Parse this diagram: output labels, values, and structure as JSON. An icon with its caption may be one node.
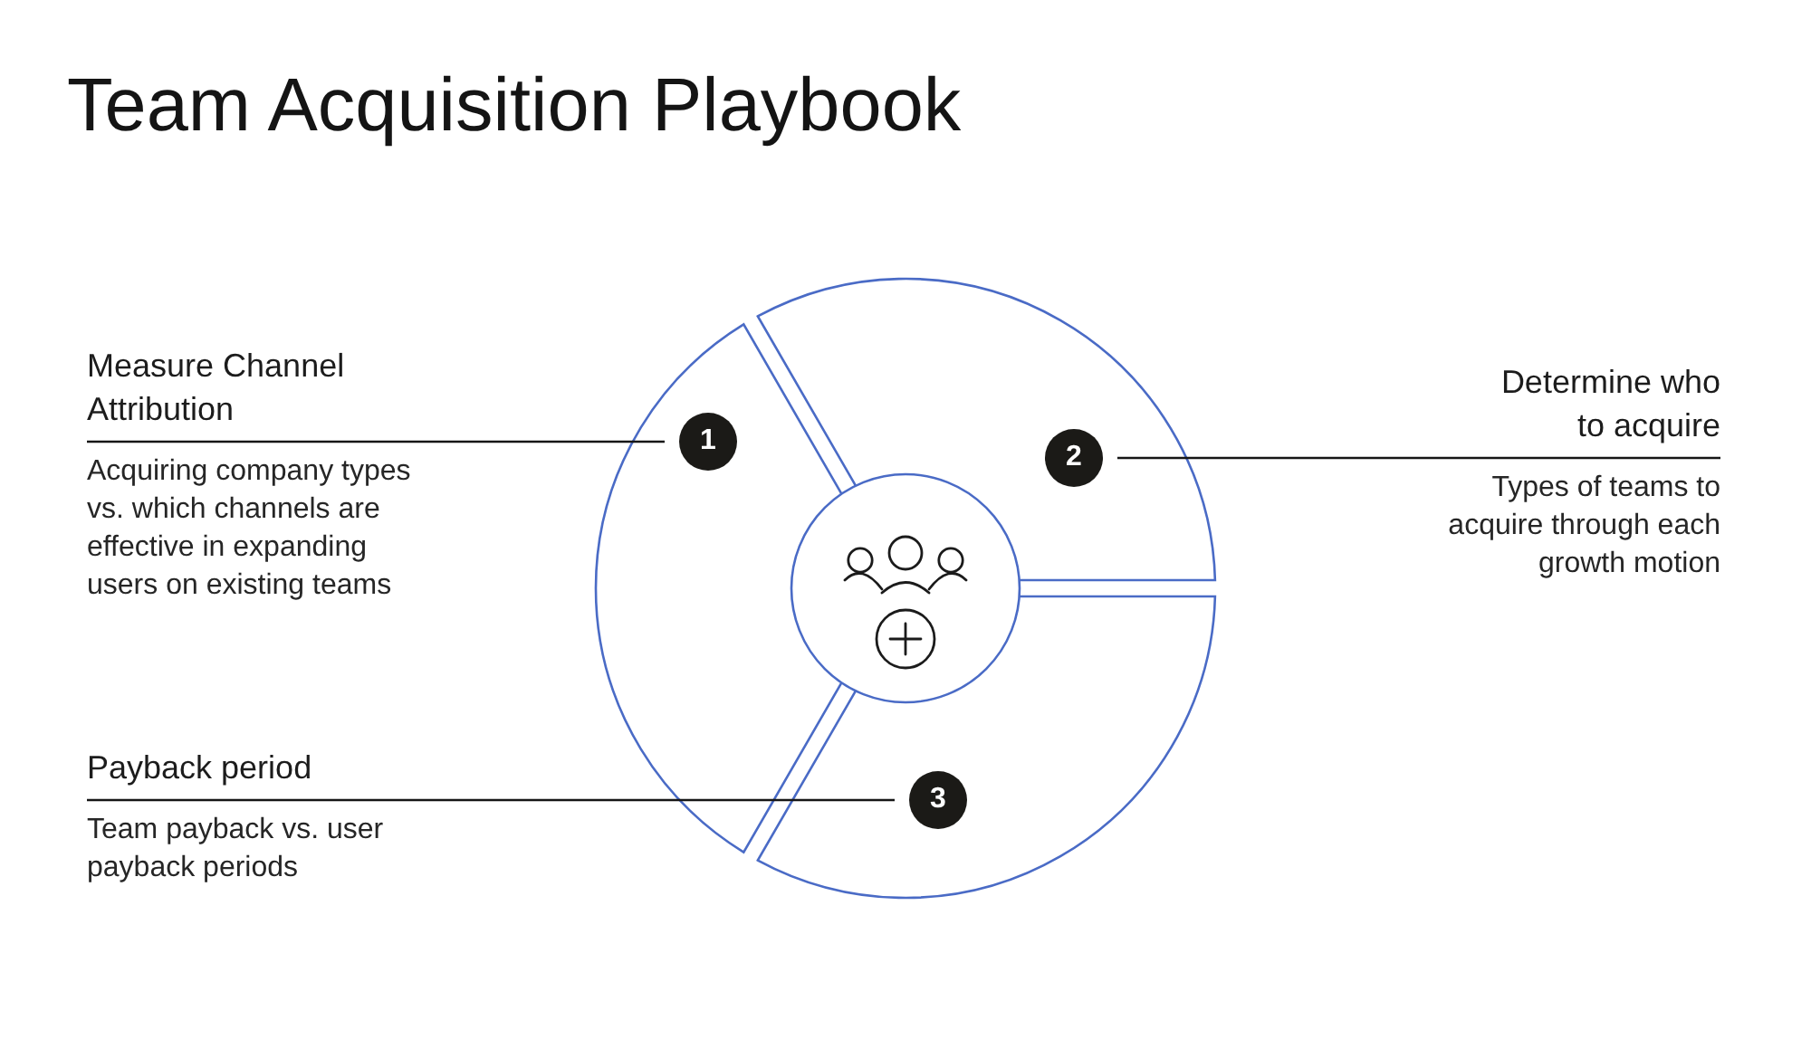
{
  "diagram": {
    "title": "Team Acquisition Playbook",
    "nodes": [
      {
        "text": [
          "Measure Channel Attribution",
          "Acquiring company types vs. which channels are effective in expanding users on existing teams"
        ]
      },
      {
        "text": [
          "1"
        ]
      },
      {
        "text": [
          "Determine who to acquire",
          "Types of teams to acquire through each growth motion"
        ]
      },
      {
        "text": [
          "2"
        ]
      },
      {
        "text": [
          "Payback period",
          "Team payback vs. user payback periods"
        ]
      },
      {
        "text": [
          "3"
        ]
      }
    ],
    "edges": [
      {
        "from": 0,
        "to": 1,
        "arrow": "none"
      },
      {
        "from": 2,
        "to": 3,
        "arrow": "none"
      },
      {
        "from": 4,
        "to": 5,
        "arrow": "none"
      }
    ]
  }
}
